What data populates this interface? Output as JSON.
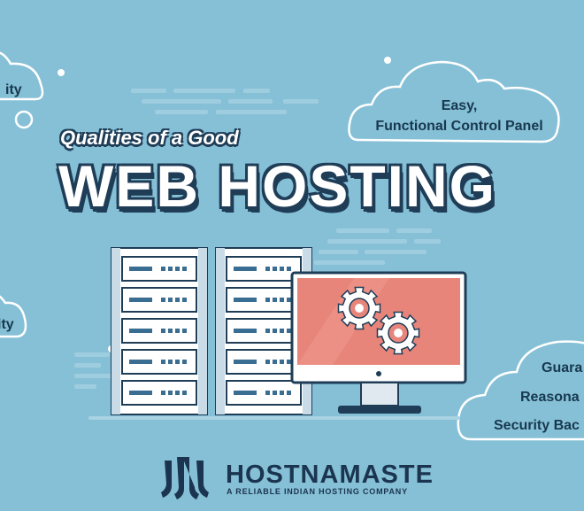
{
  "banner": {
    "subtitle": "Qualities of a Good",
    "title": "WEB HOSTING"
  },
  "clouds": {
    "top_left": {
      "text": "ity"
    },
    "top_right": {
      "line1": "Easy,",
      "line2": "Functional Control Panel"
    },
    "mid_left": {
      "text": "ity"
    },
    "bottom_right": {
      "line1": "Guara",
      "line2": "Reasona",
      "line3": "Security Bac"
    }
  },
  "brand": {
    "name": "HOSTNAMASTE",
    "tagline": "A RELIABLE INDIAN HOSTING COMPANY"
  },
  "colors": {
    "background": "#86c0d6",
    "navy": "#1f3d57",
    "monitor_screen": "#e8857a",
    "cloud_fill": "#86c0d6"
  },
  "icons": [
    "gear-icon",
    "server-rack-icon",
    "monitor-icon",
    "brand-logo-icon",
    "cloud-icon"
  ]
}
